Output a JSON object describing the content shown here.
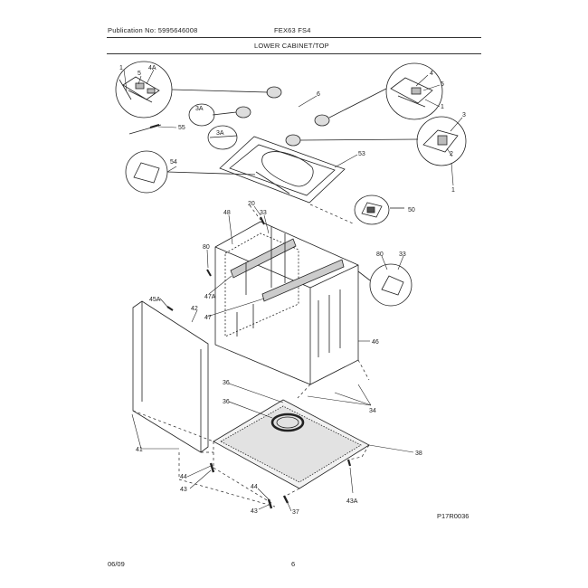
{
  "header": {
    "publication": "Publication No: 5995646008",
    "model": "FEX63 FS4",
    "section_title": "LOWER CABINET/TOP"
  },
  "footer": {
    "date": "06/09",
    "page": "6",
    "figure_code": "P17R0036"
  },
  "callouts": {
    "c1a": "1",
    "c4a": "4A",
    "c5a": "5",
    "c6": "6",
    "c3a": "3A",
    "c55": "55",
    "c3a2": "3A",
    "c4b": "4",
    "c5b": "5",
    "c1b": "1",
    "c3": "3",
    "c2": "2",
    "c1c": "1",
    "c53": "53",
    "c54": "54",
    "c20": "20",
    "c48": "48",
    "c33a": "33",
    "c80a": "80",
    "c50": "50",
    "c80b": "80",
    "c33b": "33",
    "c47a": "47A",
    "c47": "47",
    "c45a": "45A",
    "c42": "42",
    "c46": "46",
    "c36a": "36",
    "c36b": "36",
    "c34": "34",
    "c41": "41",
    "c38": "38",
    "c44a": "44",
    "c43a": "43",
    "c44b": "44",
    "c43b": "43",
    "c37": "37",
    "c43c": "43A"
  }
}
